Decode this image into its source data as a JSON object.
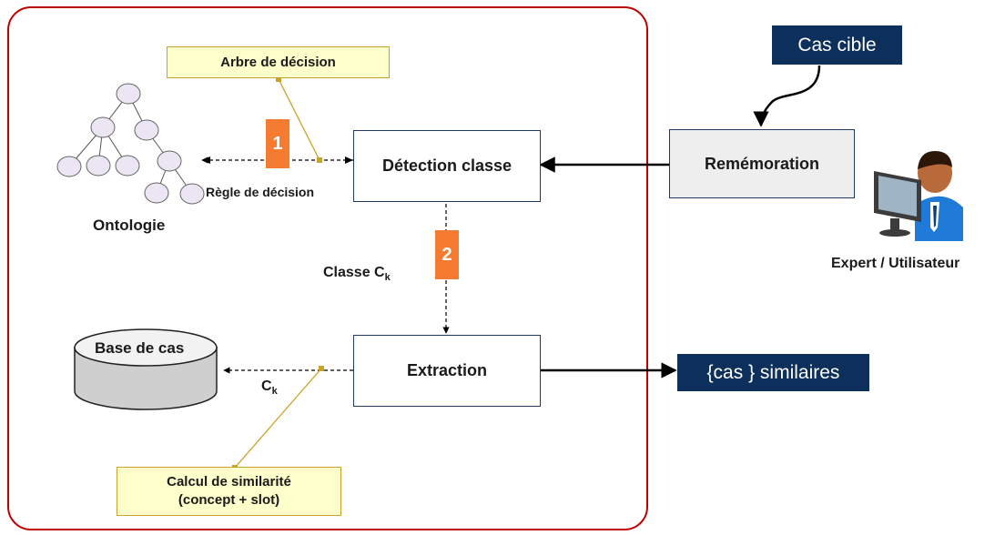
{
  "boxes": {
    "detection": "Détection classe",
    "extraction": "Extraction",
    "rememoration": "Remémoration",
    "cas_cible": "Cas cible",
    "similaires": "{cas } similaires"
  },
  "notes": {
    "arbre": "Arbre de décision",
    "calcul_line1": "Calcul de similarité",
    "calcul_line2": "(concept + slot)"
  },
  "badges": {
    "step1": "1",
    "step2": "2"
  },
  "labels": {
    "regle": "Règle de décision",
    "ontologie": "Ontologie",
    "classe": "Classe C",
    "classe_sub": "k",
    "ck": "C",
    "ck_sub": "k",
    "base": "Base de cas",
    "expert": "Expert / Utilisateur"
  },
  "colors": {
    "frame": "#c00000",
    "navy": "#0c2f5b",
    "badge": "#f47b30",
    "note_fill": "#ffffcc",
    "note_line": "#c9a227",
    "node_fill": "#ece6f4"
  }
}
